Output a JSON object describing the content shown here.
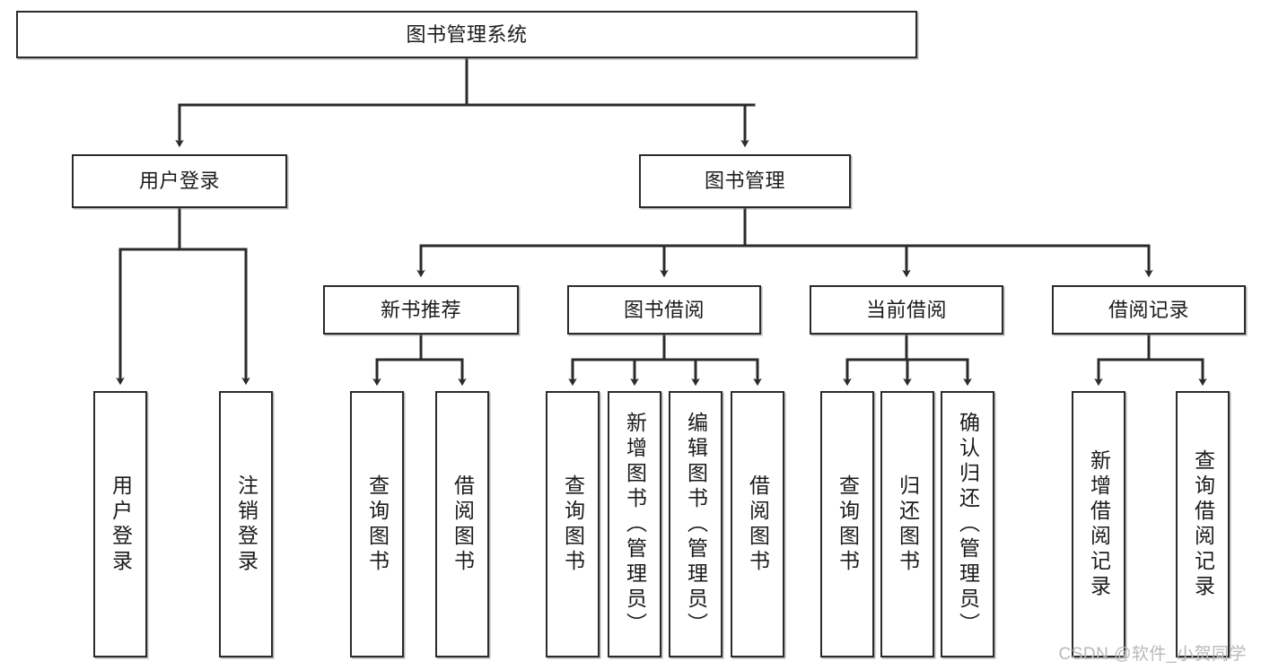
{
  "diagram": {
    "title": "图书管理系统",
    "watermark": "CSDN @软件_小贺同学",
    "line_color": "#2b2b2b",
    "box_fill": "#ffffff",
    "text_color": "#1b1b1b",
    "nodes": {
      "root": "图书管理系统",
      "user_login": "用户登录",
      "book_manage": "图书管理",
      "new_book_rec": "新书推荐",
      "book_borrow": "图书借阅",
      "current_borrow": "当前借阅",
      "borrow_record": "借阅记录",
      "leaf_user_login": "用户登录",
      "leaf_logout": "注销登录",
      "leaf_query_book_1": "查询图书",
      "leaf_borrow_book_1": "借阅图书",
      "leaf_query_book_2": "查询图书",
      "leaf_add_book_admin": "新增图书（管理员）",
      "leaf_edit_book_admin": "编辑图书（管理员）",
      "leaf_borrow_book_2": "借阅图书",
      "leaf_query_book_3": "查询图书",
      "leaf_return_book": "归还图书",
      "leaf_confirm_return_admin": "确认归还（管理员）",
      "leaf_add_borrow_record": "新增借阅记录",
      "leaf_query_borrow_record": "查询借阅记录"
    },
    "edges": [
      {
        "from": "root",
        "to": "user_login"
      },
      {
        "from": "root",
        "to": "book_manage"
      },
      {
        "from": "user_login",
        "to": "leaf_user_login"
      },
      {
        "from": "user_login",
        "to": "leaf_logout"
      },
      {
        "from": "book_manage",
        "to": "new_book_rec"
      },
      {
        "from": "book_manage",
        "to": "book_borrow"
      },
      {
        "from": "book_manage",
        "to": "current_borrow"
      },
      {
        "from": "book_manage",
        "to": "borrow_record"
      },
      {
        "from": "new_book_rec",
        "to": "leaf_query_book_1"
      },
      {
        "from": "new_book_rec",
        "to": "leaf_borrow_book_1"
      },
      {
        "from": "book_borrow",
        "to": "leaf_query_book_2"
      },
      {
        "from": "book_borrow",
        "to": "leaf_add_book_admin"
      },
      {
        "from": "book_borrow",
        "to": "leaf_edit_book_admin"
      },
      {
        "from": "book_borrow",
        "to": "leaf_borrow_book_2"
      },
      {
        "from": "current_borrow",
        "to": "leaf_query_book_3"
      },
      {
        "from": "current_borrow",
        "to": "leaf_return_book"
      },
      {
        "from": "current_borrow",
        "to": "leaf_confirm_return_admin"
      },
      {
        "from": "borrow_record",
        "to": "leaf_add_borrow_record"
      },
      {
        "from": "borrow_record",
        "to": "leaf_query_borrow_record"
      }
    ]
  }
}
